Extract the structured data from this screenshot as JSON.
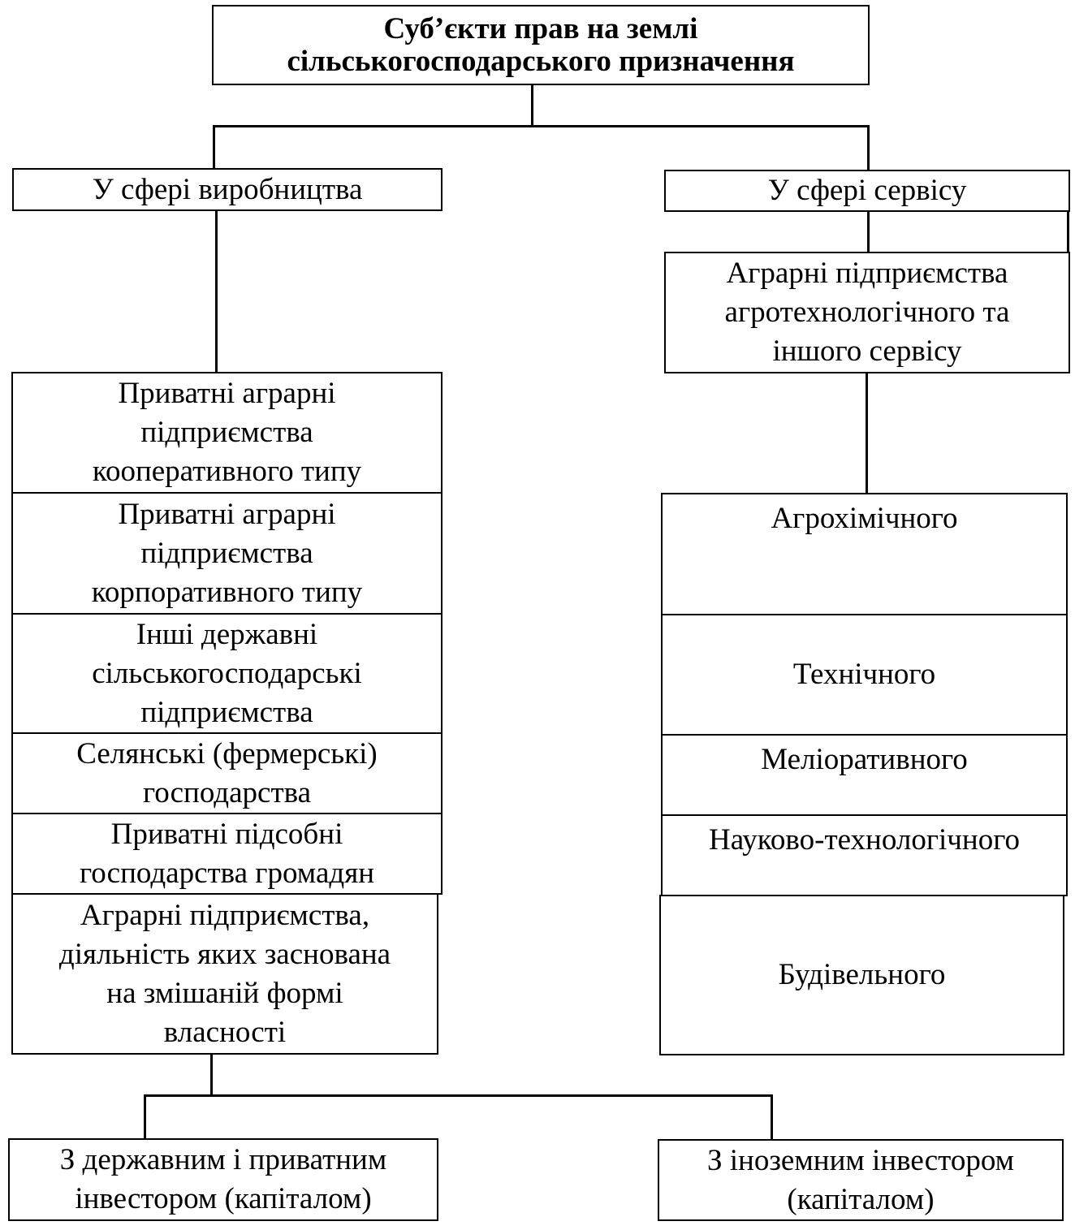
{
  "title": "Суб’єкти прав на землі\nсільськогосподарського призначення",
  "production": {
    "label": "У сфері виробництва",
    "items": [
      "Приватні аграрні\nпідприємства\nкооперативного типу",
      "Приватні аграрні\nпідприємства\nкорпоративного типу",
      "Інші державні\nсільськогосподарські\nпідприємства",
      "Селянські (фермерські)\nгосподарства",
      "Приватні підсобні\nгосподарства громадян",
      "Аграрні підприємства,\nдіяльність яких заснована\nна змішаній формі\nвласності"
    ]
  },
  "service": {
    "label": "У сфері сервісу",
    "enterprises": "Аграрні підприємства\nагротехнологічного та\nіншого сервісу",
    "items": [
      "Агрохімічного",
      "Технічного",
      "Меліоративного",
      "Науково-технологічного",
      "Будівельного"
    ]
  },
  "investors": {
    "domestic": "З державним і приватним\nінвестором (капіталом)",
    "foreign": "З іноземним інвестором\n(капіталом)"
  }
}
